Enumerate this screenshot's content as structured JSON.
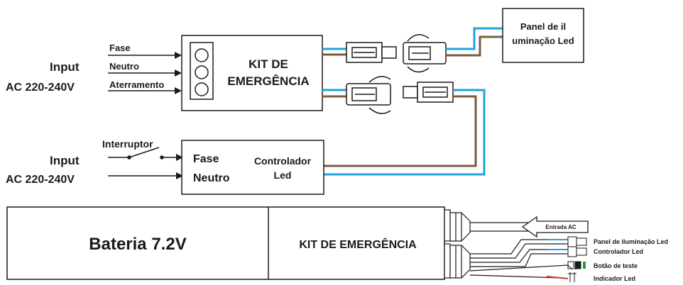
{
  "top": {
    "input_label": "Input",
    "input_voltage": "AC 220-240V",
    "wire_fase": "Fase",
    "wire_neutro": "Neutro",
    "wire_aterramento": "Aterramento",
    "kit_line1": "KIT DE",
    "kit_line2": "EMERGÊNCIA",
    "panel_line1": "Panel de il",
    "panel_line2": "uminação Led"
  },
  "middle": {
    "input_label": "Input",
    "input_voltage": "AC 220-240V",
    "switch_label": "Interruptor",
    "fase": "Fase",
    "neutro": "Neutro",
    "controller_line1": "Controlador",
    "controller_line2": "Led"
  },
  "bottom": {
    "battery_label": "Bateria 7.2V",
    "kit_label": "KIT DE EMERGÊNCIA",
    "entrada_ac": "Entrada AC",
    "out_panel": "Panel de iluminação Led",
    "out_controller": "Controlador Led",
    "out_test_button": "Botão de teste",
    "out_indicator": "Indicador Led"
  },
  "colors": {
    "ink": "#1a1a1a",
    "wire_blue": "#1fa3dc",
    "wire_brown": "#7a5c3e",
    "led_green": "#1e9e3e"
  }
}
